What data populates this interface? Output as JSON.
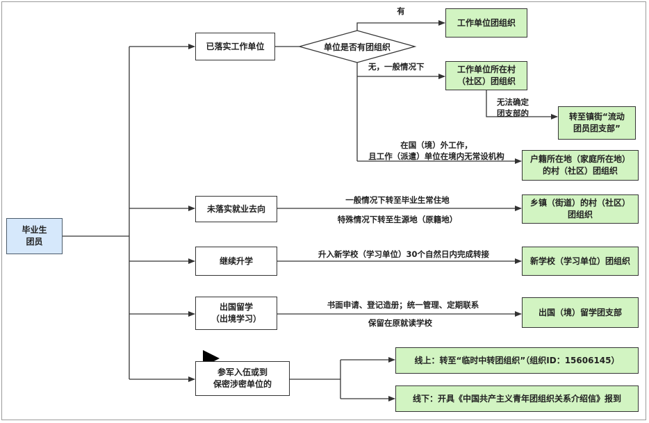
{
  "root": {
    "label": "毕业生\n团员"
  },
  "branches": {
    "employed": {
      "label": "已落实工作单位"
    },
    "unemployed": {
      "label": "未落实就业去向"
    },
    "further_study": {
      "label": "继续升学"
    },
    "abroad": {
      "label": "出国留学\n（出境学习）"
    },
    "military": {
      "label": "参军入伍或到\n保密涉密单位的"
    }
  },
  "decision": {
    "label": "单位是否有团组织"
  },
  "edge_labels": {
    "yes": "有",
    "no_general": "无，一般情况下",
    "undetermined": "无法确定\n团支部的",
    "overseas": "在国（境）外工作，\n且工作（派遣）单位在境内无常设机构",
    "unemployed_general": "一般情况下转至毕业生常住地",
    "unemployed_special": "特殊情况下转至生源地（原籍地）",
    "further_study": "升入新学校（学习单位）30个自然日内完成转接",
    "abroad_top": "书面申请、登记造册；统一管理、定期联系",
    "abroad_bottom": "保留在原就读学校"
  },
  "targets": {
    "work_unit_league": "工作单位团组织",
    "work_unit_village": "工作单位所在村\n（社区）团组织",
    "street_floating": "转至镇街“流动\n团员团支部”",
    "household_village": "户籍所在地（家庭所在地）\n的村（社区）团组织",
    "township_village": "乡镇（街道）的村（社区）\n团组织",
    "new_school": "新学校（学习单位）团组织",
    "abroad_branch": "出国（境）留学团支部",
    "online": "线上：转至“临时中转团组织”（组织ID：15606145）",
    "offline": "线下：开具《中国共产主义青年团组织关系介绍信》报到"
  }
}
